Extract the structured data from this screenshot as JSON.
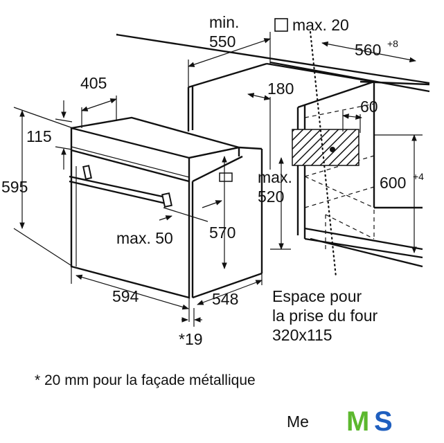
{
  "dimensions": {
    "min_label": "min.",
    "min_value": "550",
    "max20": "max. 20",
    "depth_560": "560",
    "depth_560_sup": "+8",
    "d405": "405",
    "d180": "180",
    "d60": "60",
    "d115": "115",
    "d595": "595",
    "max520_label": "max.",
    "max520_value": "520",
    "d600": "600",
    "d600_sup": "+4",
    "max50": "max. 50",
    "d570": "570",
    "d594": "594",
    "d548": "548",
    "d19": "*19"
  },
  "socket_note": {
    "line1": "Espace pour",
    "line2": "la prise du four",
    "line3": "320x115"
  },
  "footnote": "* 20 mm pour la façade métallique",
  "watermark": {
    "partial_text": "Me",
    "logo_m": "M",
    "logo_s": "S",
    "color_m": "#5cb82e",
    "color_s": "#1f5fbf"
  }
}
